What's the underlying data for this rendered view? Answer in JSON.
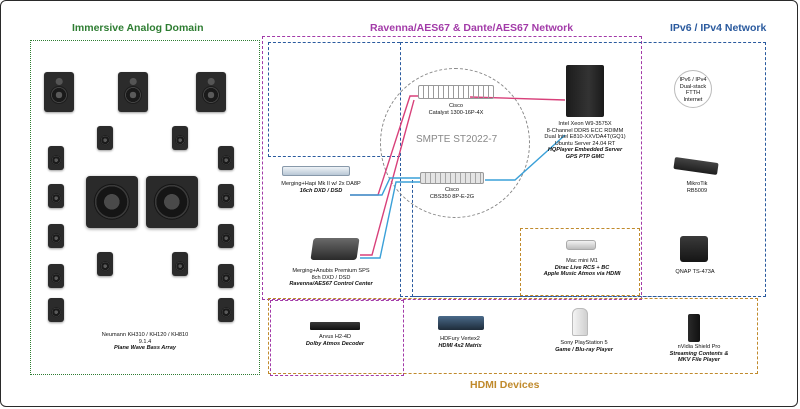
{
  "regions": {
    "analog": "Immersive Analog Domain",
    "ravenna": "Ravenna/AES67 & Dante/AES67 Network",
    "ipnet": "IPv6 / IPv4 Network",
    "hdmi": "HDMI Devices"
  },
  "colors": {
    "analog": "#2e7d32",
    "ravenna": "#a23aa8",
    "ipnet": "#2a5a9e",
    "hdmi": "#c08a2c",
    "wire_pink": "#d8407a",
    "wire_blue": "#3aa0d8"
  },
  "smpte": "SMPTE ST2022-7",
  "devices": {
    "speakers": {
      "icon": "speaker-icon",
      "lines": [
        "Neumann KH310 / KH120 / KH810",
        "9.1.4"
      ],
      "bold": "Plane Wave Bass Array"
    },
    "switch1": {
      "icon": "network-switch-icon",
      "lines": [
        "Cisco",
        "Catalyst 1300-16P-4X"
      ]
    },
    "switch2": {
      "icon": "network-switch-icon",
      "lines": [
        "Cisco",
        "CBS350 8P-E-2G"
      ]
    },
    "server": {
      "icon": "server-tower-icon",
      "lines": [
        "Intel Xeon W9-3575X",
        "8-Channel DDR5 ECC RDIMM",
        "Dual Intel E810-XXVDA4T(GQ1)",
        "Ubuntu Server 24.04 RT"
      ],
      "bold": "HQPlayer Embedded Server",
      "bold2": "GPS PTP GMC"
    },
    "hapi": {
      "icon": "audio-interface-icon",
      "lines": [
        "Merging+Hapi Mk II w/ 2x DA8P"
      ],
      "bold": "16ch DXD / DSD"
    },
    "anubis": {
      "icon": "audio-interface-icon",
      "lines": [
        "Merging+Anubis Premium SPS",
        "8ch DXD / DSD"
      ],
      "bold": "Ravenna/AES67 Control Center"
    },
    "fiber": {
      "icon": "router-icon",
      "lines": [
        "IPv6 / IPv4",
        "Dual-stack",
        "FTTH",
        "Internet"
      ]
    },
    "mikrotik": {
      "icon": "router-icon",
      "lines": [
        "MikroTik",
        "RB5009"
      ]
    },
    "qnap": {
      "icon": "nas-icon",
      "lines": [
        "QNAP TS-473A"
      ]
    },
    "macmini": {
      "icon": "mac-mini-icon",
      "lines": [
        "Mac mini M1"
      ],
      "bold": "Dirac Live RCS + BC",
      "bold2": "Apple Music Atmos via HDMI"
    },
    "arvus": {
      "icon": "decoder-icon",
      "lines": [
        "Arvus H2-4D"
      ],
      "bold": "Dolby Atmos Decoder"
    },
    "hdfury": {
      "icon": "hdmi-matrix-icon",
      "lines": [
        "HDFury Vertex2"
      ],
      "bold": "HDMI 4x2 Matrix"
    },
    "ps5": {
      "icon": "game-console-icon",
      "lines": [
        "Sony PlayStation 5"
      ],
      "bold": "Game / Blu-ray Player"
    },
    "shield": {
      "icon": "media-player-icon",
      "lines": [
        "nVidia Shield Pro"
      ],
      "bold": "Streaming Contents &",
      "bold2": "MKV File Player"
    }
  }
}
